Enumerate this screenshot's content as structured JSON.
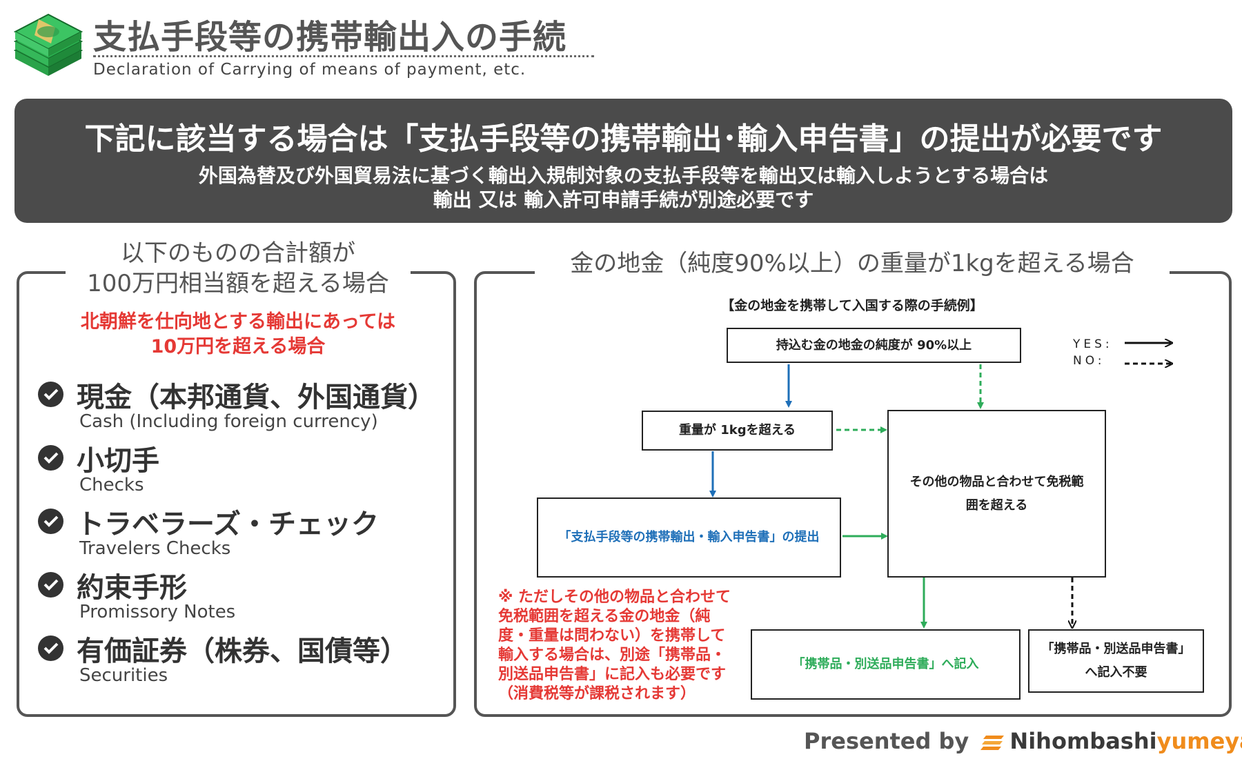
{
  "header": {
    "logo_icon": "money-stack-icon",
    "title": "支払手段等の携帯輸出入の手続",
    "subtitle": "Declaration of Carrying of means of payment, etc."
  },
  "banner": {
    "heading": "下記に該当する場合は「支払手段等の携帯輸出･輸入申告書」の提出が必要です",
    "line1": "外国為替及び外国貿易法に基づく輸出入規制対象の支払手段等を輸出又は輸入しようとする場合は",
    "line2": "輸出 又は 輸入許可申請手続が別途必要です"
  },
  "left_panel": {
    "heading_line1": "以下のものの合計額が",
    "heading_line2": "100万円相当額を超える場合",
    "red_line1": "北朝鮮を仕向地とする輸出にあっては",
    "red_line2": "10万円を超える場合",
    "items": [
      {
        "ja": "現金（本邦通貨、外国通貨）",
        "en": "Cash (Including foreign currency)"
      },
      {
        "ja": "小切手",
        "en": "Checks"
      },
      {
        "ja": "トラベラーズ・チェック",
        "en": "Travelers Checks"
      },
      {
        "ja": "約束手形",
        "en": "Promissory Notes"
      },
      {
        "ja": "有価証券（株券、国債等）",
        "en": "Securities"
      }
    ]
  },
  "right_panel": {
    "heading": "金の地金（純度90%以上）の重量が1kgを超える場合",
    "flow_caption": "【金の地金を携帯して入国する際の手続例】",
    "legend": {
      "yes": "YES:",
      "no": "NO:"
    },
    "boxes": {
      "purity": "持込む金の地金の純度が 90%以上",
      "weight": "重量が 1kgを超える",
      "exceed_line1": "その他の物品と合わせて免税範",
      "exceed_line2": "囲を超える",
      "declaration": "「支払手段等の携帯輸出・輸入申告書」の提出",
      "baggage": "「携帯品・別送品申告書」へ記入",
      "not_required_line1": "「携帯品・別送品申告書」",
      "not_required_line2": "へ記入不要"
    },
    "note": [
      "※ ただしその他の物品と合わせて",
      "免税範囲を超える金の地金（純",
      "度・重量は問わない）を携帯して",
      "輸入する場合は、別途「携帯品・",
      "別送品申告書」に記入も必要です",
      "（消費税等が課税されます）"
    ],
    "colors": {
      "yes_blue": "#1e6fb8",
      "no_green": "#2eac5a",
      "note_red": "#e53935"
    }
  },
  "footer": {
    "presented_by": "Presented by",
    "brand_icon": "nihombashiyumeya-logo-icon",
    "brand_main": "Nihombashi",
    "brand_accent": "yumeya"
  }
}
